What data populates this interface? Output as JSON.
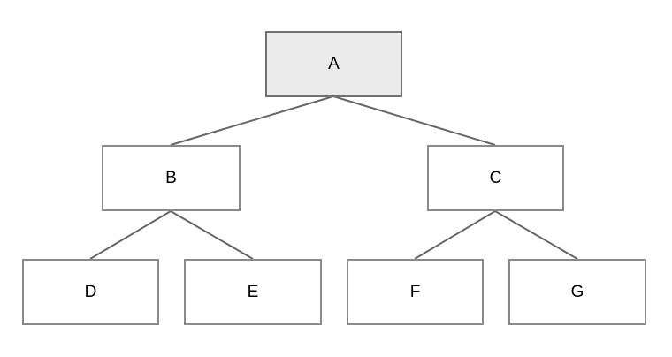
{
  "diagram": {
    "type": "tree",
    "background": "#ffffff",
    "colors": {
      "root_fill": "#ebebeb",
      "root_border": "#707070",
      "node_fill": "#ffffff",
      "node_border": "#8a8a8a",
      "edge": "#666666",
      "text": "#000000"
    },
    "nodes": [
      {
        "id": "A",
        "label": "A",
        "level": 0,
        "parent": null
      },
      {
        "id": "B",
        "label": "B",
        "level": 1,
        "parent": "A"
      },
      {
        "id": "C",
        "label": "C",
        "level": 1,
        "parent": "A"
      },
      {
        "id": "D",
        "label": "D",
        "level": 2,
        "parent": "B"
      },
      {
        "id": "E",
        "label": "E",
        "level": 2,
        "parent": "B"
      },
      {
        "id": "F",
        "label": "F",
        "level": 2,
        "parent": "C"
      },
      {
        "id": "G",
        "label": "G",
        "level": 2,
        "parent": "C"
      }
    ],
    "edges": [
      {
        "from": "A",
        "to": "B"
      },
      {
        "from": "A",
        "to": "C"
      },
      {
        "from": "B",
        "to": "D"
      },
      {
        "from": "B",
        "to": "E"
      },
      {
        "from": "C",
        "to": "F"
      },
      {
        "from": "C",
        "to": "G"
      }
    ]
  }
}
